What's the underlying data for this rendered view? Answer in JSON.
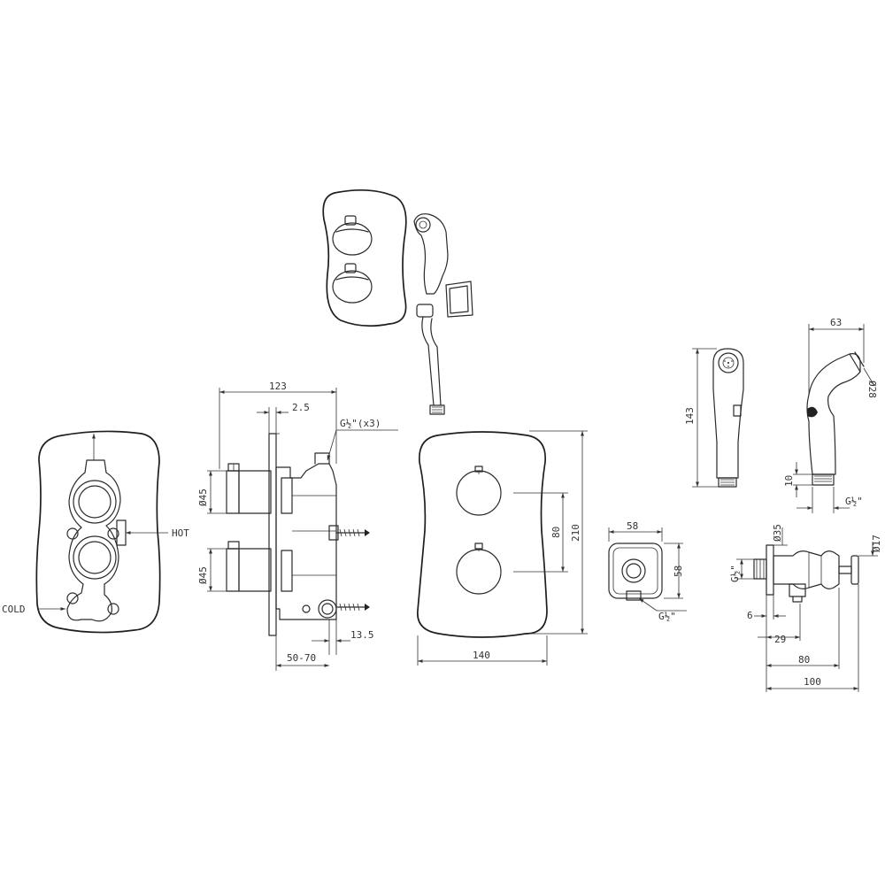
{
  "labels": {
    "hot": "HOT",
    "cold": "COLD",
    "body_depth": "123",
    "flange_offset": "2.5",
    "thread_inlets": "G½\"(x3)",
    "knob_dia_top": "Ø45",
    "knob_dia_bottom": "Ø45",
    "wall_depth": "50-70",
    "rear_offset": "13.5",
    "plate_width": "140",
    "plate_height": "210",
    "knob_spacing": "80",
    "outlet_width": "58",
    "outlet_height": "58",
    "outlet_thread": "G½\"",
    "spray_height": "143",
    "spray_tip": "10",
    "spray_depth": "63",
    "spray_head_dia": "Ø28",
    "spray_thread": "G½\"",
    "valve_flange_dia": "Ø35",
    "valve_thread": "G½\"",
    "valve_knob_dia": "Ø17",
    "valve_d1": "6",
    "valve_d2": "29",
    "valve_d3": "80",
    "valve_d4": "100"
  }
}
